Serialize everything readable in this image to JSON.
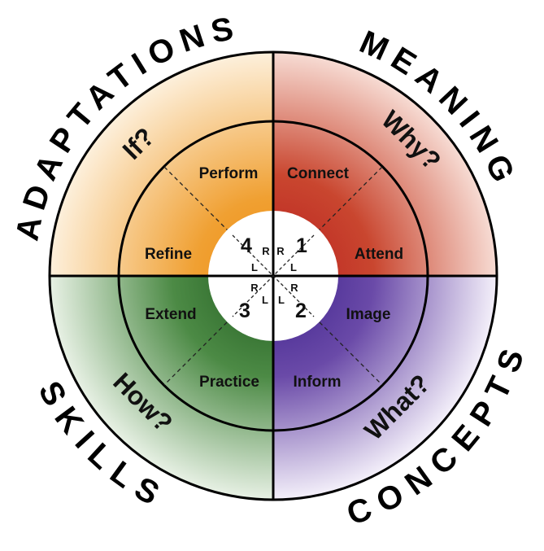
{
  "outer_labels": {
    "top_left": "ADAPTATIONS",
    "top_right": "MEANING",
    "bottom_left": "SKILLS",
    "bottom_right": "CONCEPTS"
  },
  "questions": {
    "top_left": "If?",
    "top_right": "Why?",
    "bottom_left": "How?",
    "bottom_right": "What?"
  },
  "stages": {
    "perform": "Perform",
    "connect": "Connect",
    "refine": "Refine",
    "attend": "Attend",
    "extend": "Extend",
    "image": "Image",
    "practice": "Practice",
    "inform": "Inform"
  },
  "center": {
    "q1": "1",
    "q2": "2",
    "q3": "3",
    "q4": "4",
    "r_label": "R",
    "l_label": "L"
  },
  "colors": {
    "orange": "#ef9a1e",
    "red": "#c0302a",
    "green": "#2e6a2a",
    "purple": "#4a2a8c"
  }
}
